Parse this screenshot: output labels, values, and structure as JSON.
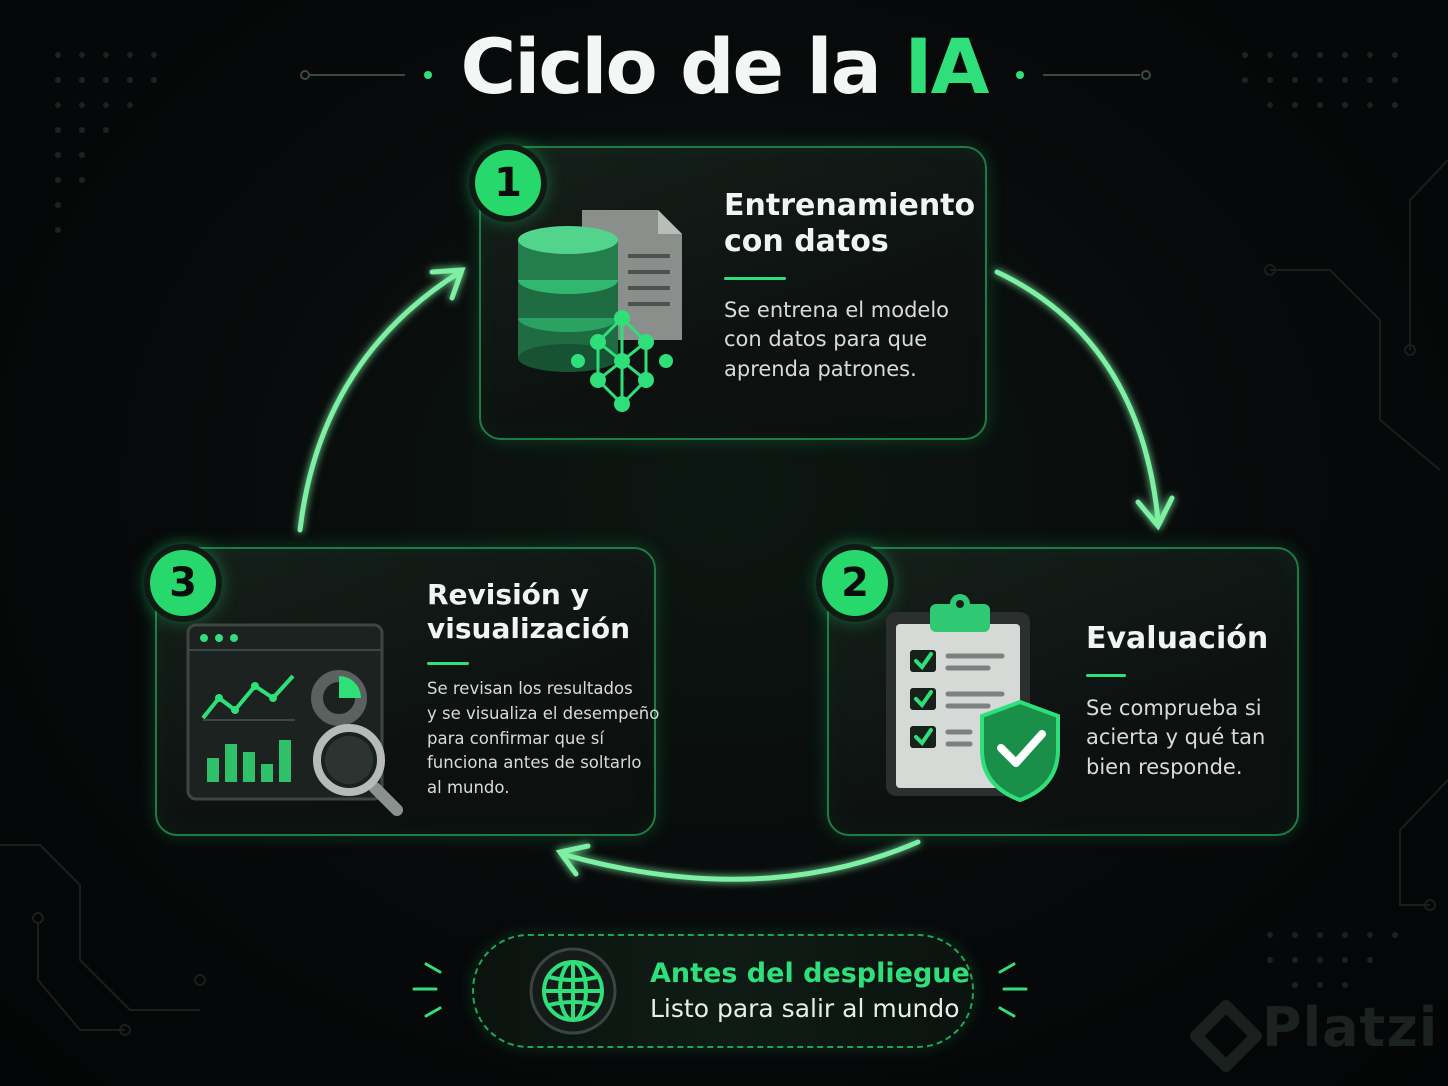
{
  "title": {
    "main": "Ciclo de la ",
    "accent": "IA"
  },
  "steps": [
    {
      "number": "1",
      "title_line1": "Entrenamiento",
      "title_line2": "con datos",
      "desc_lines": [
        "Se entrena el modelo",
        "con datos para que",
        "aprenda patrones."
      ]
    },
    {
      "number": "2",
      "title_line1": "Evaluación",
      "desc_lines": [
        "Se comprueba si",
        "acierta y qué tan",
        "bien responde."
      ]
    },
    {
      "number": "3",
      "title_line1": "Revisión y",
      "title_line2": "visualización",
      "desc_lines": [
        "Se revisan los resultados",
        "y se visualiza el desempeño",
        "para confirmar que sí",
        "funciona antes de soltarlo",
        "al mundo."
      ]
    }
  ],
  "deployment": {
    "title": "Antes del despliegue",
    "subtitle": "Listo para salir al mundo"
  },
  "watermark": "Platzi",
  "icons": {
    "step1": [
      "database-icon",
      "document-icon",
      "neural-network-icon"
    ],
    "step2": [
      "clipboard-checklist-icon",
      "shield-check-icon"
    ],
    "step3": [
      "dashboard-chart-icon",
      "magnifier-icon"
    ],
    "deployment": "globe-icon"
  },
  "colors": {
    "accent": "#2fe07a",
    "badge": "#27d96c",
    "background": "#07090a",
    "card_border": "#1f7a45"
  }
}
